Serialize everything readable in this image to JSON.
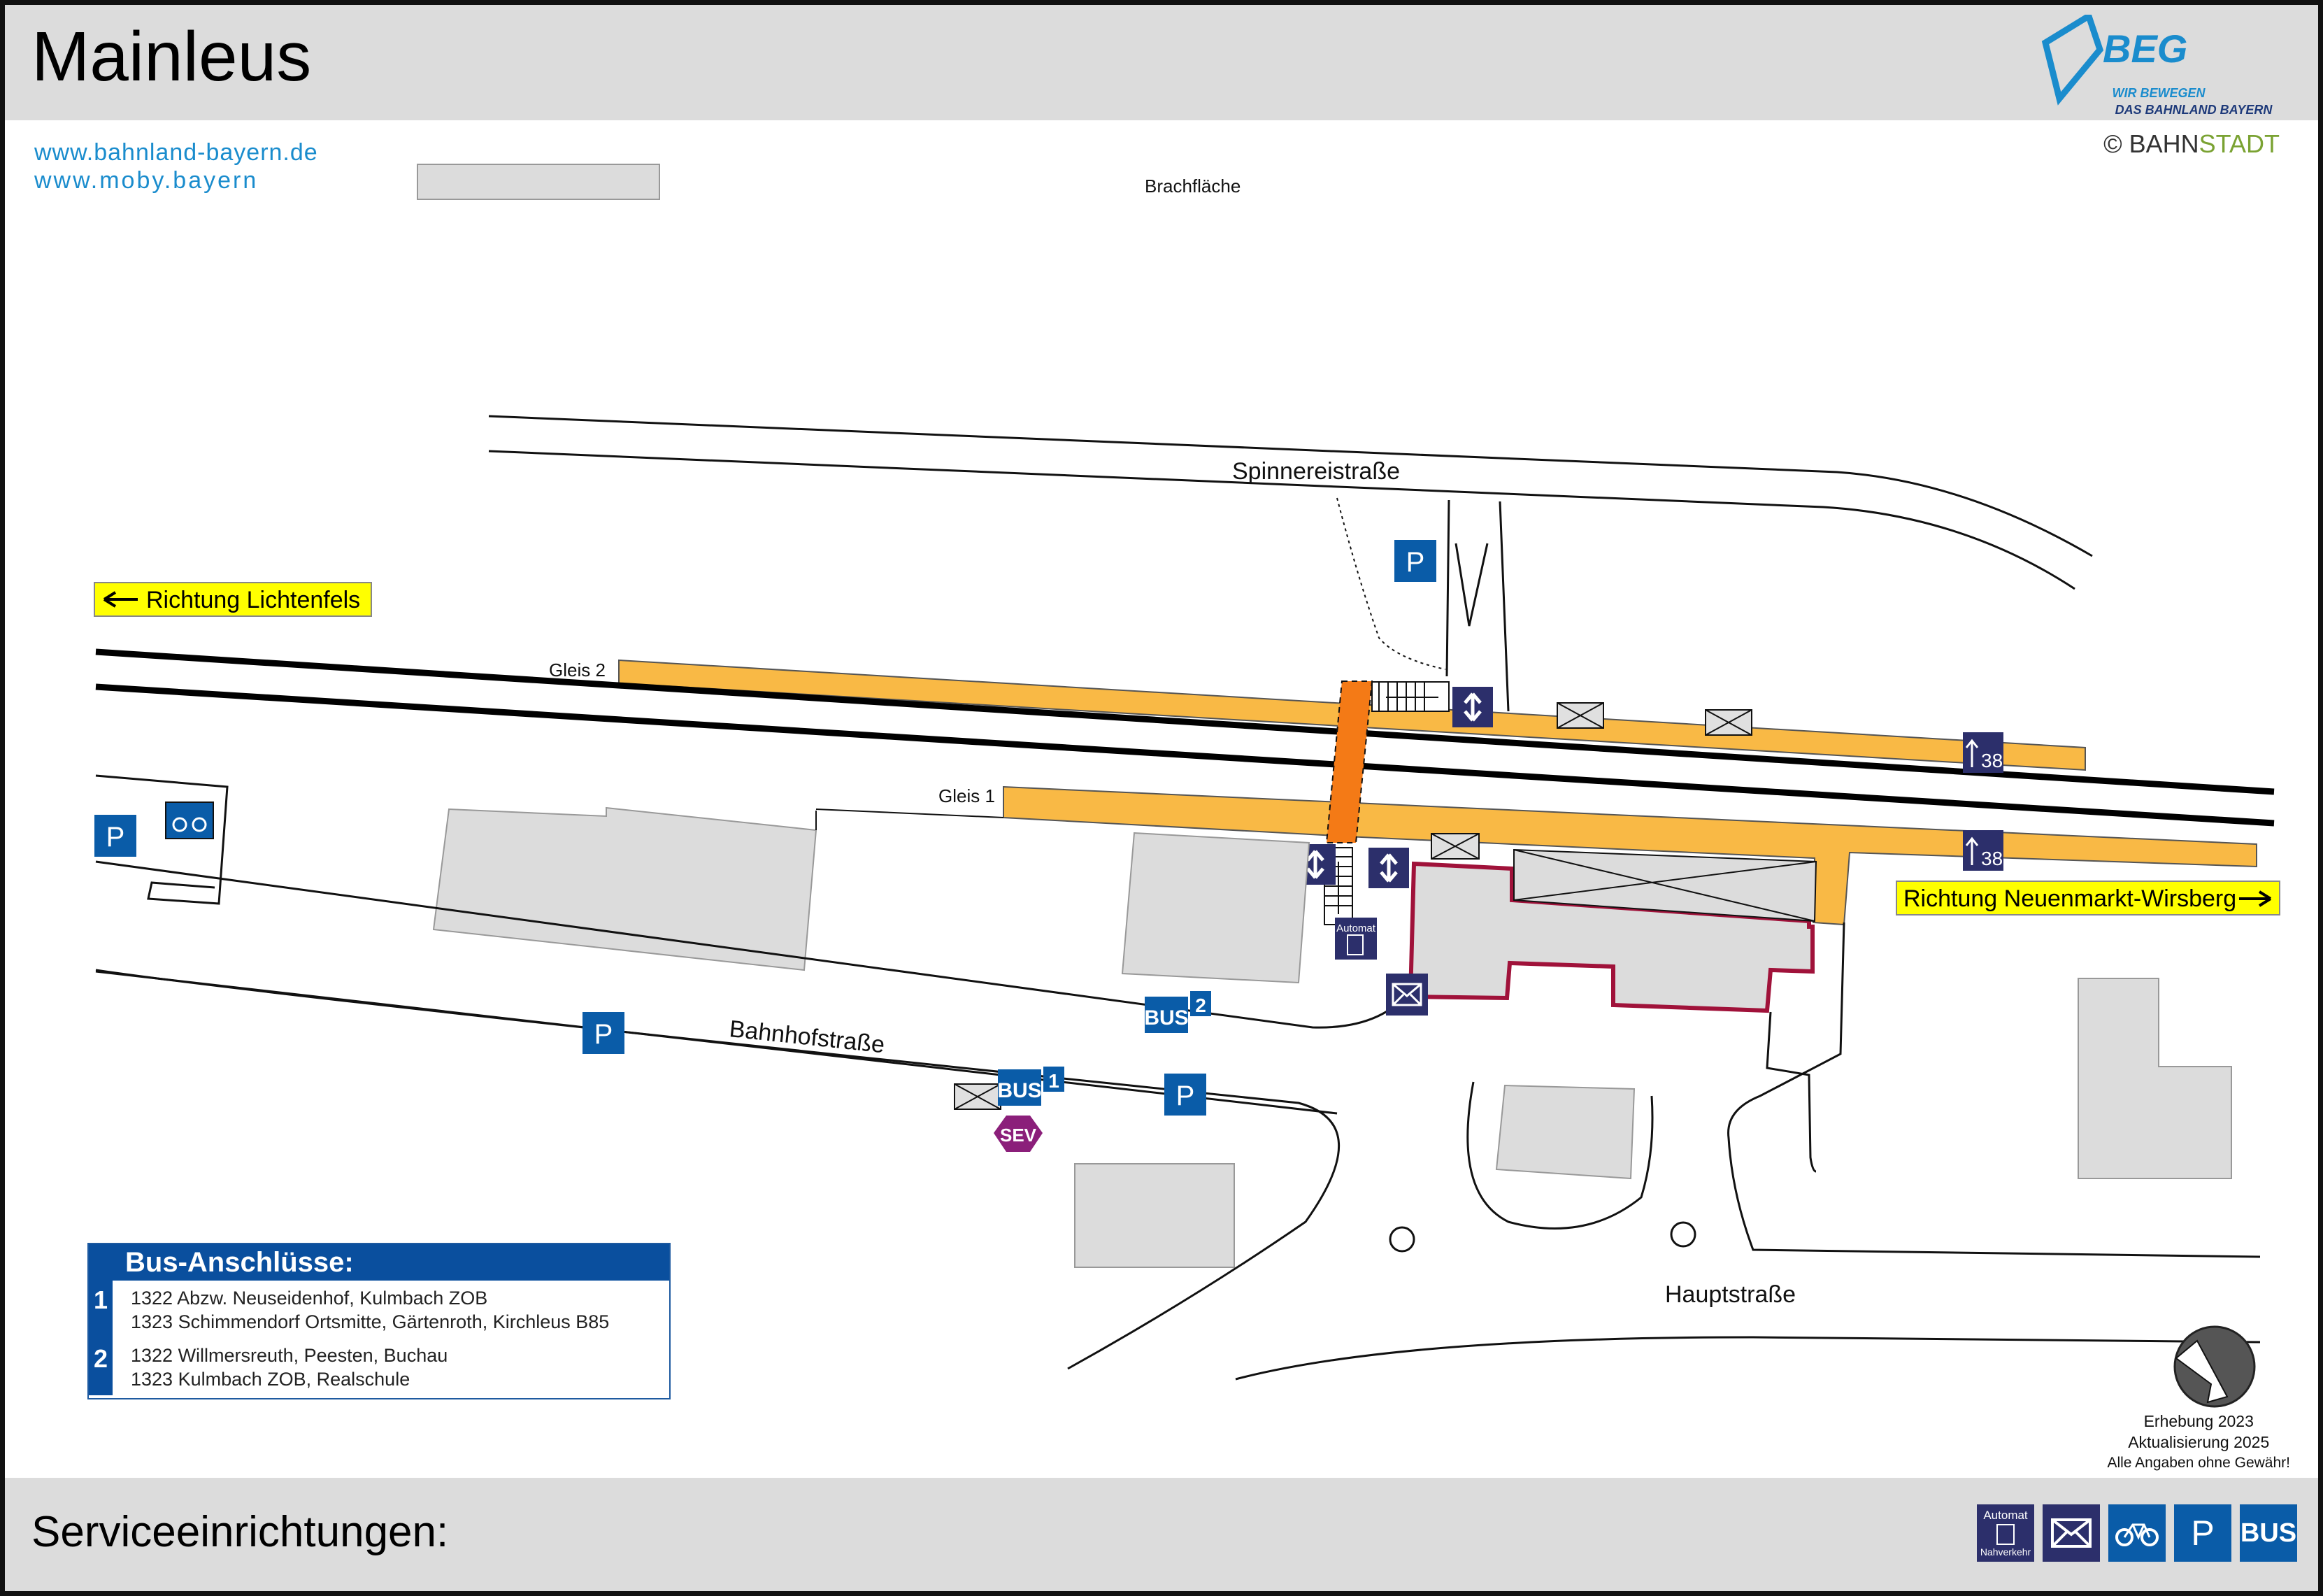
{
  "station_title": "Mainleus",
  "links": [
    "www.bahnland-bayern.de",
    "www.moby.bayern"
  ],
  "logo": {
    "name": "BEG",
    "tagline_1": "WIR BEWEGEN",
    "tagline_2": "DAS BAHNLAND BAYERN"
  },
  "copyright": {
    "symbol": "©",
    "brand_1": "BAHN",
    "brand_2": "STADT"
  },
  "map_labels": {
    "brachflaeche": "Brachfläche",
    "spinnereistrasse": "Spinnereistraße",
    "bahnhofstrasse": "Bahnhofstraße",
    "hauptstrasse": "Hauptstraße",
    "gleis_2": "Gleis 2",
    "gleis_1": "Gleis 1",
    "direction_west": "Richtung Lichtenfels",
    "direction_east": "Richtung Neuenmarkt-Wirsberg",
    "platform_sign_number": "38",
    "bus_stop_1": "1",
    "bus_stop_2": "2",
    "bus_text": "BUS",
    "sev_text": "SEV",
    "automat_text": "Automat",
    "parking_text": "P"
  },
  "bus_connections": {
    "title": "Bus-Anschlüsse:",
    "groups": [
      {
        "number": "1",
        "lines": [
          "1322 Abzw. Neuseidenhof, Kulmbach ZOB",
          "1323 Schimmendorf Ortsmitte, Gärtenroth, Kirchleus B85"
        ]
      },
      {
        "number": "2",
        "lines": [
          "1322 Willmersreuth, Peesten, Buchau",
          "1323 Kulmbach ZOB, Realschule"
        ]
      }
    ]
  },
  "survey": {
    "line_1": "Erhebung 2023",
    "line_2": "Aktualisierung 2025",
    "line_3": "Alle Angaben ohne Gewähr!"
  },
  "footer": {
    "services_label": "Serviceeinrichtungen:",
    "legend": {
      "automat_top": "Automat",
      "automat_bottom": "Nahverkehr",
      "parking": "P",
      "bus": "BUS"
    }
  },
  "colors": {
    "platform": "#f9b945",
    "bridge": "#f47a16",
    "building": "#dcdcdc",
    "station_outline": "#a0123a",
    "direction_sign": "#ffff00",
    "service_dark": "#2c2f6b",
    "service_blue": "#0a5ca8",
    "sev": "#8b1f7a",
    "header_bg": "#dcdcdc"
  }
}
